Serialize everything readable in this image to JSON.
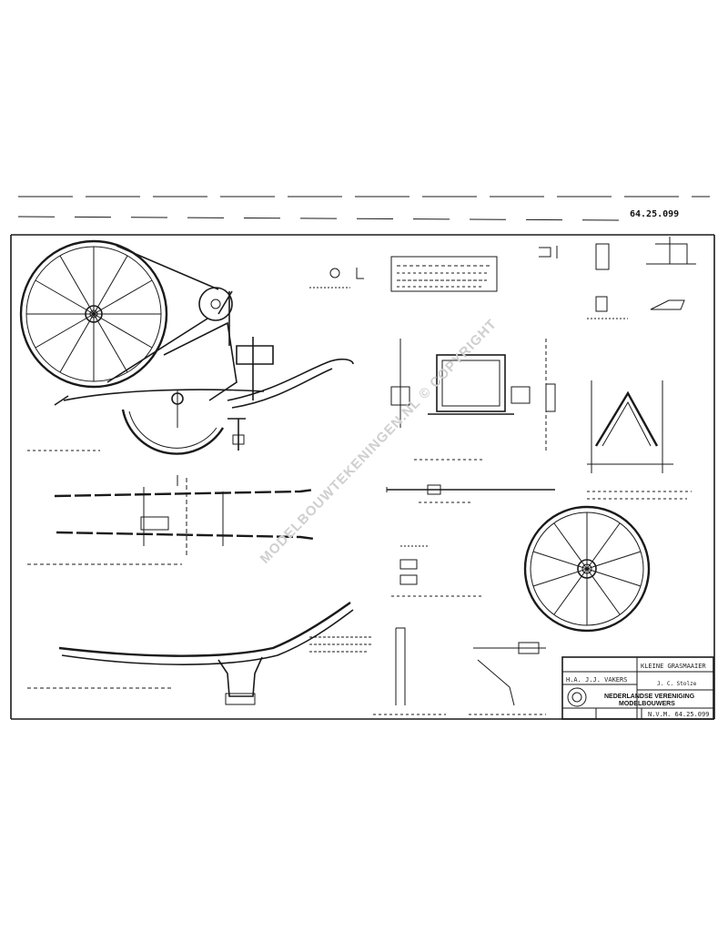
{
  "handwritten_number": "64.25.099",
  "watermark": "MODELBOUWTEKENINGEN.NL © COPYRIGHT",
  "title_block": {
    "project_title": "KLEINE GRASMAAIER",
    "owner_name": "H.A. J.J. VAKERS",
    "drawn_by": "J. C. Stolze",
    "society_line1": "NEDERLANDSE VERENIGING",
    "society_line2": "MODELBOUWERS",
    "drawing_number": "N.V.M. 64.25.099"
  },
  "colors": {
    "ink": "#1a1a1a",
    "paper": "#ffffff",
    "watermark": "#cfcfcf"
  }
}
